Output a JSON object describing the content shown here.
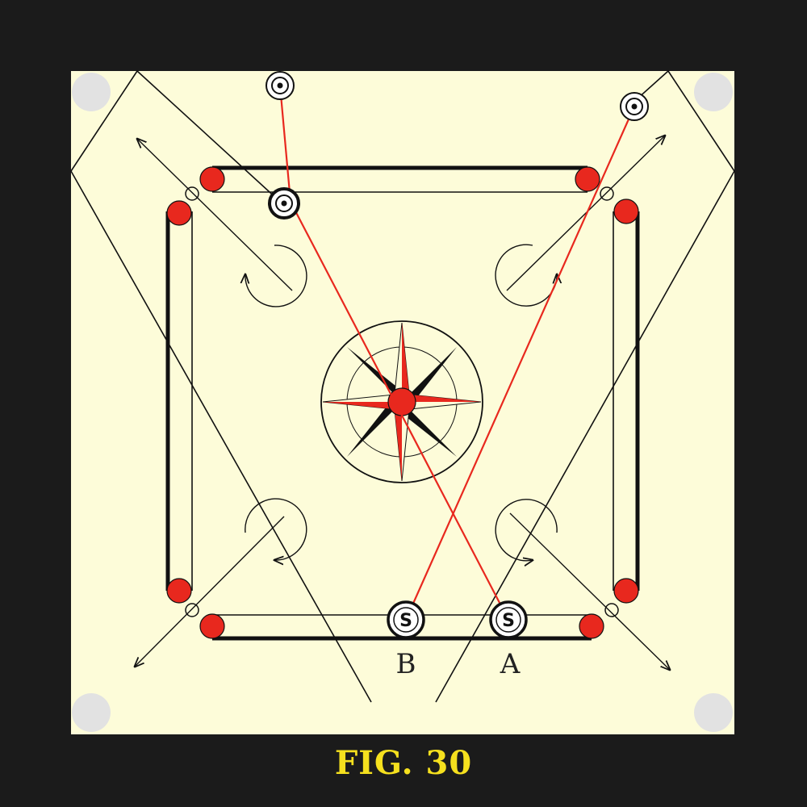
{
  "figure": {
    "caption": "FIG. 30",
    "colors": {
      "frame": "#1b1b1b",
      "board": "#fdfcd9",
      "line": "#111111",
      "shot_path": "#e8281e",
      "red_disc": "#e8281e",
      "pocket": "#e2e2e2",
      "caption": "#f5e01e"
    },
    "strikers": [
      {
        "id": "A",
        "mark": "S",
        "label": "A"
      },
      {
        "id": "B",
        "mark": "S",
        "label": "B"
      }
    ]
  }
}
